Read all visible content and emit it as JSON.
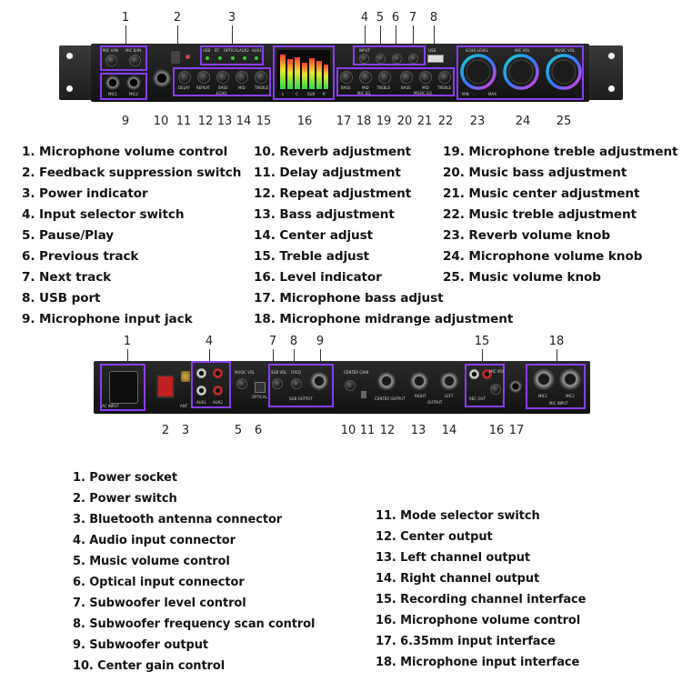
{
  "top_device": {
    "callout_numbers": [
      "1",
      "2",
      "3",
      "4",
      "5",
      "6",
      "7",
      "8",
      "9",
      "10",
      "11",
      "12",
      "13",
      "14",
      "15",
      "16",
      "17",
      "18",
      "19",
      "20",
      "21",
      "22",
      "23",
      "24",
      "25"
    ],
    "panel_labels": {
      "mic_a": "MIC A/IN",
      "mic_b": "MIC B/IN",
      "mic1": "MIC1",
      "mic2": "MIC2",
      "led_usb": "USB",
      "led_bt": "BT",
      "led_opt": "OPTICAL",
      "led_aux2": "AUX2",
      "led_aux1": "AUX1",
      "input": "INPUT",
      "usb": "USB",
      "delay": "DELAY",
      "repeat": "REPEAT",
      "bass": "BASS",
      "mid": "MID",
      "treble": "TREBLE",
      "echo": "ECHO",
      "mic_bass": "BASS",
      "mic_mid": "MID",
      "mic_treble": "TREBLE",
      "mic_group": "MIC EQ",
      "mus_bass": "BASS",
      "mus_mid": "MID",
      "mus_treble": "TREBLE",
      "mus_group": "MUSIC EQ",
      "echo_level": "ECHO LEVEL",
      "mic_vol": "MIC VOL",
      "music_vol": "MUSIC VOL",
      "min": "MIN",
      "max": "MAX",
      "meter_l": "L",
      "meter_c": "C",
      "meter_sub": "SUB",
      "meter_r": "R"
    },
    "legend_col1": [
      "1. Microphone volume control",
      "2. Feedback suppression switch",
      "3. Power indicator",
      "4. Input selector switch",
      "5. Pause/Play",
      "6. Previous track",
      "7. Next track",
      "8. USB port",
      "9. Microphone input jack"
    ],
    "legend_col2": [
      "10. Reverb adjustment",
      "11. Delay adjustment",
      "12. Repeat adjustment",
      "13. Bass adjustment",
      "14. Center adjust",
      "15. Treble adjust",
      "16. Level indicator",
      "17. Microphone bass adjust",
      "18. Microphone midrange adjustment"
    ],
    "legend_col3": [
      "19. Microphone treble adjustment",
      "20. Music bass adjustment",
      "21. Music center adjustment",
      "22. Music treble adjustment",
      "23. Reverb volume knob",
      "24. Microphone volume knob",
      "25. Music volume knob"
    ]
  },
  "rear_device": {
    "callout_numbers": [
      "1",
      "2",
      "3",
      "4",
      "5",
      "6",
      "7",
      "8",
      "9",
      "10",
      "11",
      "12",
      "13",
      "14",
      "15",
      "16",
      "17",
      "18"
    ],
    "panel_labels": {
      "power": "AC INPUT",
      "music_vol": "MUSIC VOL",
      "sub_vol": "SUB VOL",
      "freq": "FREQ",
      "sub_out": "SUB OUTPUT",
      "center_gain": "CENTER GAIN",
      "center_out": "CENTER OUTPUT",
      "right": "RIGHT",
      "left": "LEFT",
      "output": "OUTPUT",
      "rec_out": "REC OUT",
      "mic_vol": "MIC VOL",
      "mic1": "MIC1",
      "mic2": "MIC2",
      "mic_input": "MIC INPUT",
      "aux1": "AUX1",
      "aux2": "AUX2",
      "optical": "OPTICAL",
      "ant": "ANT"
    },
    "legend_col1": [
      "1. Power socket",
      "2. Power switch",
      "3. Bluetooth antenna connector",
      "4. Audio input connector",
      "5. Music volume control",
      "6. Optical input connector",
      "7. Subwoofer level control",
      "8. Subwoofer frequency scan control",
      "9. Subwoofer output",
      "10. Center gain control"
    ],
    "legend_col2": [
      "11. Mode selector switch",
      "12. Center output",
      "13. Left channel output",
      "14. Right channel output",
      "15. Recording channel interface",
      "16. Microphone volume control",
      "17. 6.35mm input interface",
      "18. Microphone input interface"
    ]
  },
  "colors": {
    "highlight": "#8a3df0",
    "panel": "#1a1a1a",
    "ring_a": "#19d2c8",
    "ring_b": "#2f7bff"
  }
}
